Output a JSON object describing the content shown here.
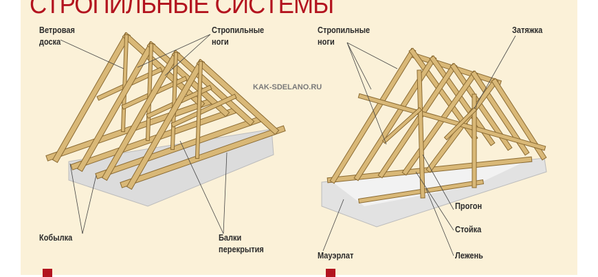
{
  "title": "СТРОПИЛЬНЫЕ СИСТЕМЫ",
  "watermark": "KAK-SDELANO.RU",
  "left_diagram": {
    "labels": {
      "wind_board": [
        "Ветровая",
        "доска"
      ],
      "rafters": [
        "Стропильные",
        "ноги"
      ],
      "kobylka": "Кобылка",
      "floor_beams": [
        "Балки",
        "перекрытия"
      ]
    }
  },
  "right_diagram": {
    "labels": {
      "rafters": [
        "Стропильные",
        "ноги"
      ],
      "tie": "Затяжка",
      "purlin": "Прогон",
      "post": "Стойка",
      "mauerlat": "Мауэрлат",
      "sill": "Лежень"
    }
  },
  "colors": {
    "title": "#b3141f",
    "wood": "#d9b877",
    "wood_edge": "#8a6a32",
    "concrete": "#d8d8d8",
    "background": "#fbf1d8"
  }
}
